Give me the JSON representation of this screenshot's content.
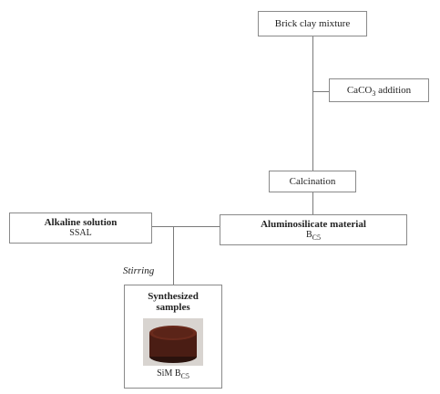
{
  "nodes": {
    "brick_clay": {
      "label": "Brick clay mixture"
    },
    "caco3": {
      "label": "CaCO",
      "sub": "3",
      "suffix": " addition"
    },
    "calcination": {
      "label": "Calcination"
    },
    "alkaline": {
      "line1": "Alkaline solution",
      "line2": "SSAL"
    },
    "aluminosilicate": {
      "line1": "Aluminosilicate material",
      "line2": "B",
      "line2_sub": "C5"
    },
    "synthesized": {
      "line1": "Synthesized",
      "line2": "samples",
      "caption": "SiM B",
      "caption_sub": "C5"
    }
  },
  "edge_labels": {
    "stirring": "Stirring"
  },
  "colors": {
    "line": "#7a7a7a",
    "box_border": "#8a8a8a",
    "sample_dark": "#3a1a14",
    "sample_mid": "#5b2418"
  }
}
